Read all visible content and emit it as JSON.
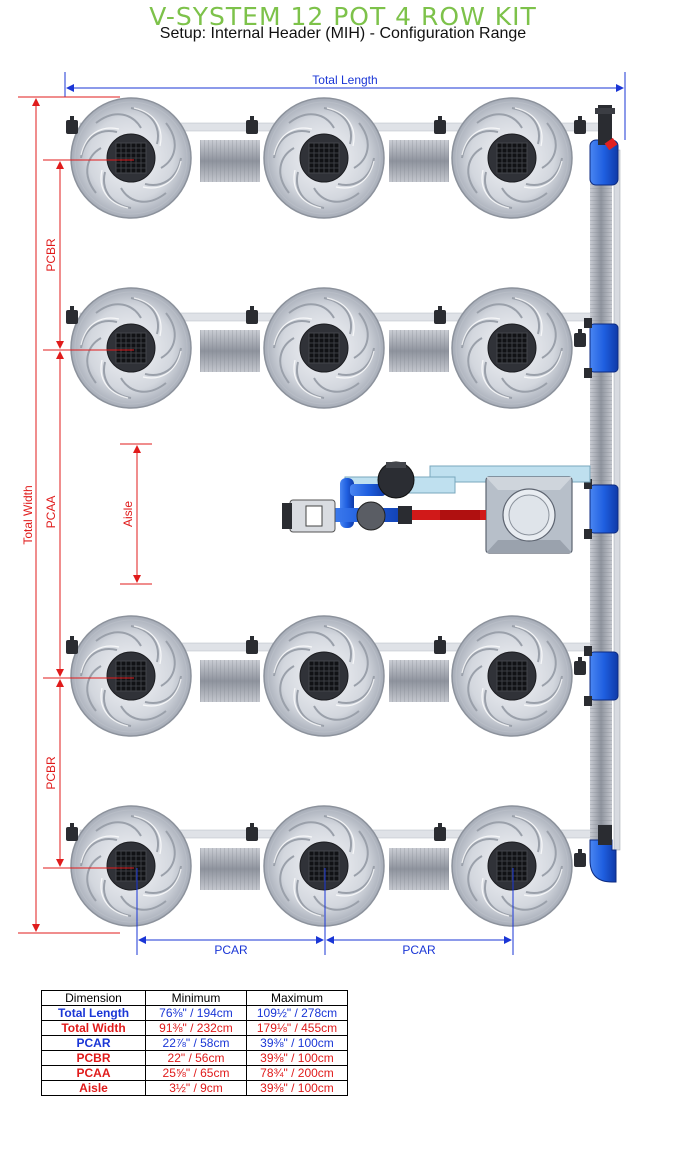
{
  "header": {
    "title": "V-SYSTEM 12 POT 4 ROW KIT",
    "subtitle": "Setup: Internal Header (MIH) - Configuration Range"
  },
  "labels": {
    "total_length": "Total Length",
    "total_width": "Total Width",
    "pcbr": "PCBR",
    "pcaa": "PCAA",
    "aisle": "Aisle",
    "pcar": "PCAR"
  },
  "colors": {
    "blue_dim": "#1a36d6",
    "red_dim": "#e01b1b",
    "accent_green": "#7dc24a",
    "pipe_blue": "#1f5fe0"
  },
  "table": {
    "headers": [
      "Dimension",
      "Minimum",
      "Maximum"
    ],
    "rows": [
      {
        "name": "Total Length",
        "min": "76⅜\" / 194cm",
        "max": "109½\" / 278cm",
        "color": "blue"
      },
      {
        "name": "Total Width",
        "min": "91⅜\" / 232cm",
        "max": "179⅛\" / 455cm",
        "color": "red"
      },
      {
        "name": "PCAR",
        "min": "22⅞\" / 58cm",
        "max": "39⅜\" / 100cm",
        "color": "blue"
      },
      {
        "name": "PCBR",
        "min": "22\" / 56cm",
        "max": "39⅜\" / 100cm",
        "color": "red"
      },
      {
        "name": "PCAA",
        "min": "25⅝\" / 65cm",
        "max": "78¾\" / 200cm",
        "color": "red"
      },
      {
        "name": "Aisle",
        "min": "3½\" / 9cm",
        "max": "39⅜\" / 100cm",
        "color": "red"
      }
    ]
  }
}
